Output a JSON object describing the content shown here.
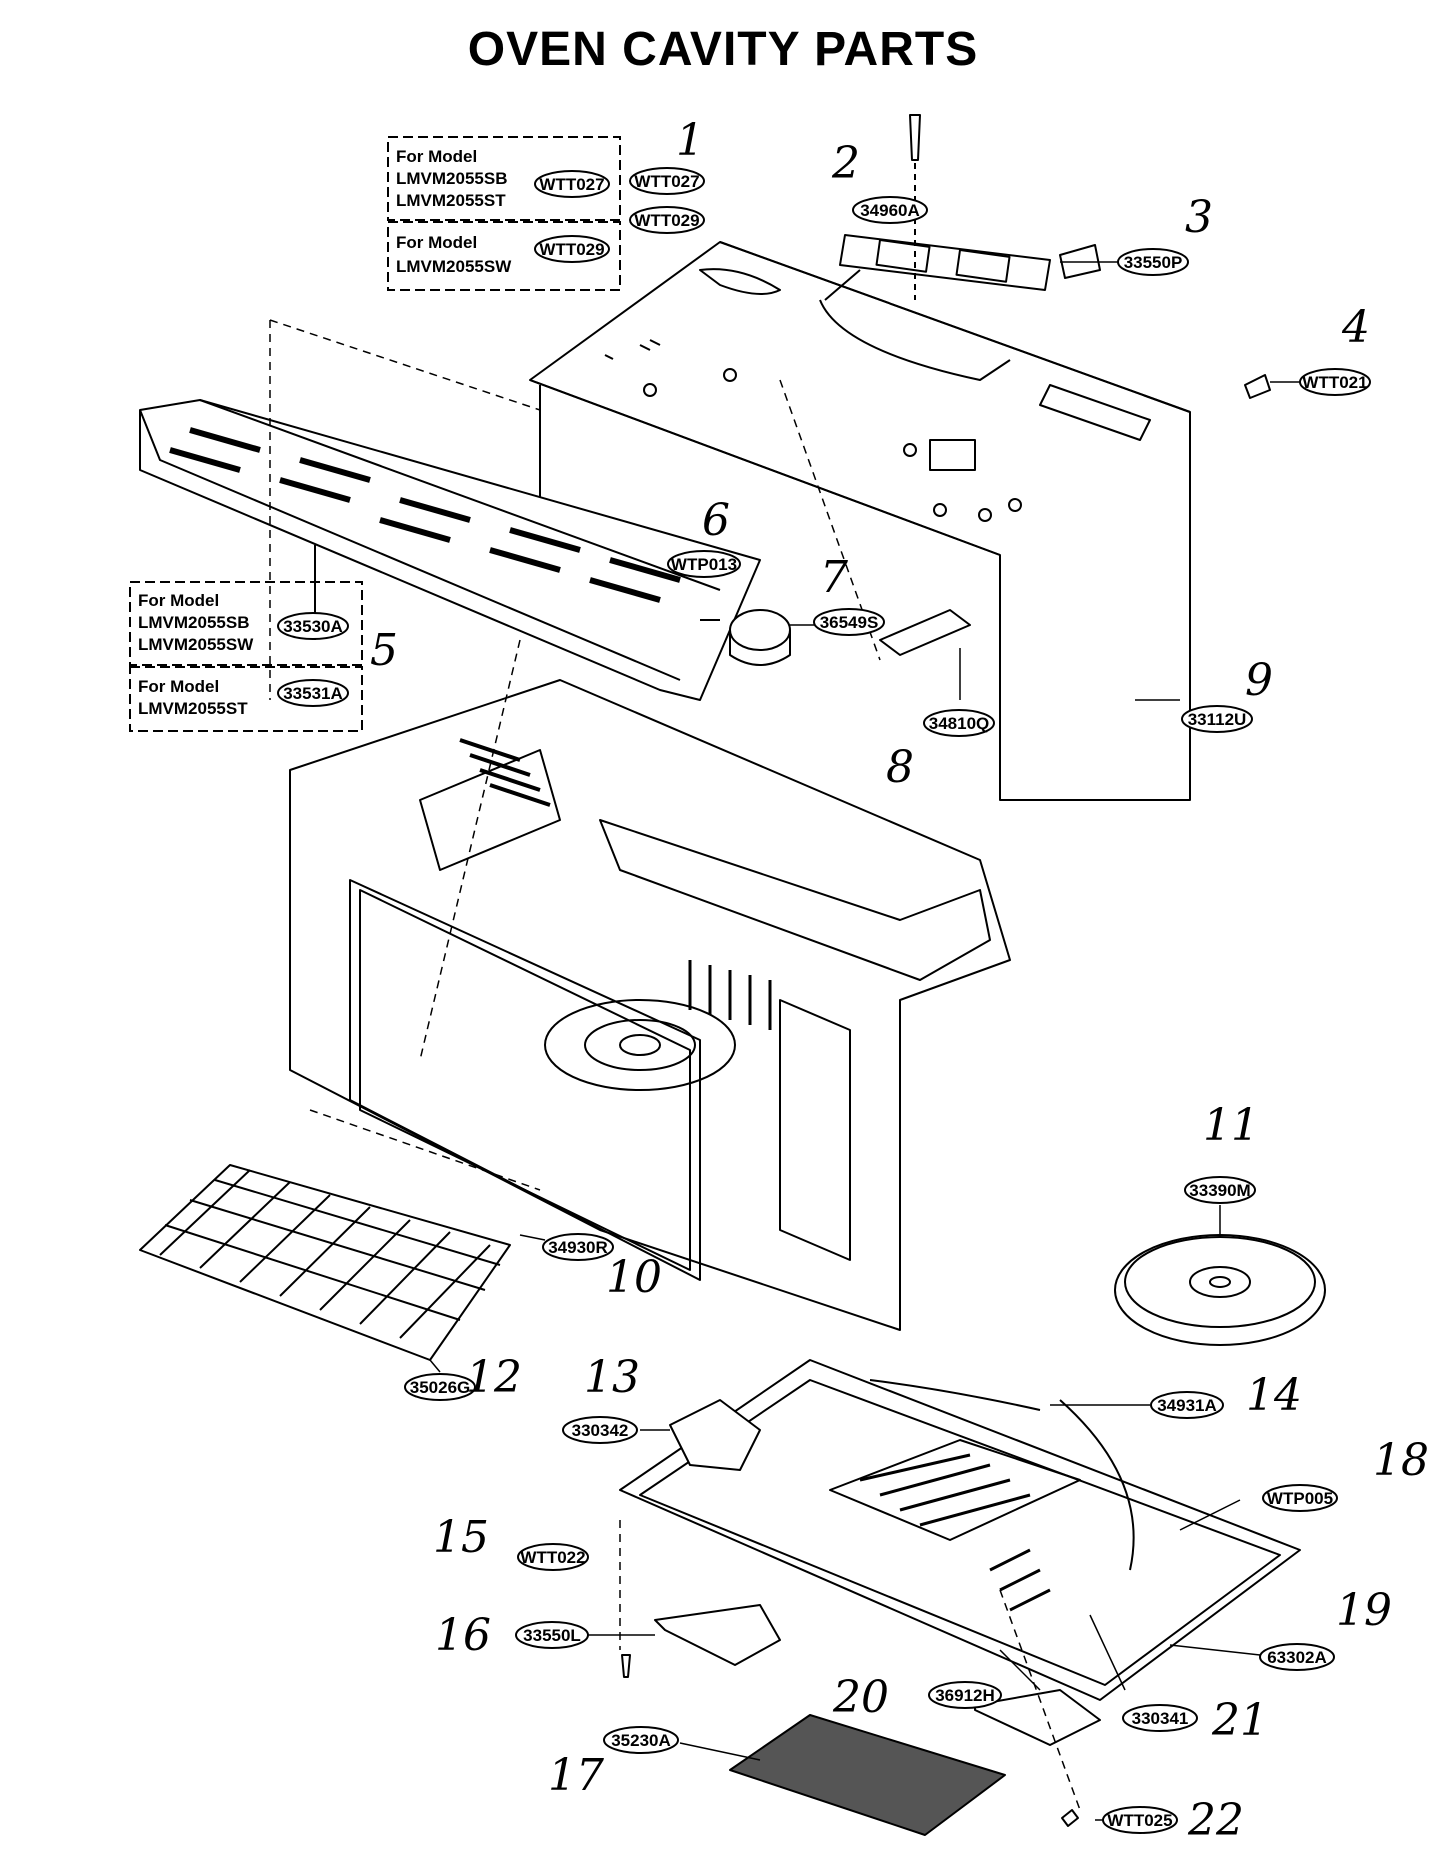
{
  "title": "OVEN CAVITY PARTS",
  "model_boxes": {
    "top_a": {
      "line1": "For Model",
      "line2": "LMVM2055SB",
      "line3": "LMVM2055ST"
    },
    "top_b": {
      "line1": "For Model",
      "line2": "LMVM2055SW"
    },
    "left_a": {
      "line1": "For Model",
      "line2": "LMVM2055SB",
      "line3": "LMVM2055SW"
    },
    "left_b": {
      "line1": "For Model",
      "line2": "LMVM2055ST"
    }
  },
  "parts": [
    "WTT027",
    "WTT027",
    "WTT029",
    "WTT029",
    "34960A",
    "33550P",
    "WTT021",
    "WTP013",
    "36549S",
    "34810Q",
    "33112U",
    "33530A",
    "33531A",
    "34930R",
    "33390M",
    "35026G",
    "330342",
    "34931A",
    "WTP005",
    "WTT022",
    "33550L",
    "63302A",
    "36912H",
    "330341",
    "35230A",
    "WTT025"
  ],
  "numbers": [
    "1",
    "2",
    "3",
    "4",
    "5",
    "6",
    "7",
    "8",
    "9",
    "10",
    "11",
    "12",
    "13",
    "14",
    "15",
    "16",
    "17",
    "18",
    "19",
    "20",
    "21",
    "22"
  ]
}
